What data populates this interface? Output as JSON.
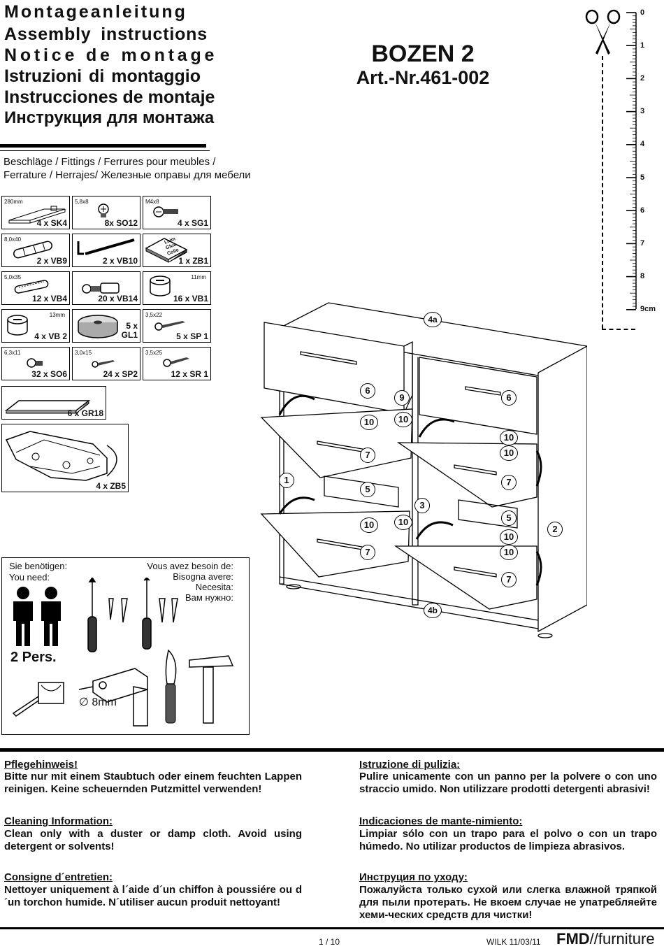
{
  "titles": [
    "Montageanleitung",
    "Assembly instructions",
    "Notice de montage",
    "Istruzioni di montaggio",
    "Instrucciones de montaje",
    "Инструкция для монтажа"
  ],
  "product": {
    "name": "BOZEN 2",
    "article": "Art.-Nr.461-002"
  },
  "fittings_heading": [
    "Beschläge / Fittings / Ferrures pour meubles /",
    "Ferrature / Herrajes/ Железные оправы для мебели"
  ],
  "parts": [
    {
      "size": "280mm",
      "qty": "4 x SK4",
      "icon": "rail-icon"
    },
    {
      "size": "5,8x8",
      "qty": "8x SO12",
      "icon": "screw-icon"
    },
    {
      "size": "M4x8",
      "qty": "4 x SG1",
      "icon": "screw-icon"
    },
    {
      "size": "8,0x40",
      "qty": "2 x VB9",
      "icon": "dowel-icon"
    },
    {
      "size": "",
      "qty": "2 x VB10",
      "icon": "hook-screw-icon"
    },
    {
      "size": "",
      "qty": "1 x ZB1",
      "icon": "glue-icon"
    },
    {
      "size": "5,0x35",
      "qty": "12 x VB4",
      "icon": "wood-dowel-icon"
    },
    {
      "size": "",
      "qty": "20 x VB14",
      "icon": "connector-bolt-icon"
    },
    {
      "size": "11mm",
      "qty": "16 x VB1",
      "icon": "cam-lock-icon"
    },
    {
      "size": "13mm",
      "qty": "4 x VB 2",
      "icon": "cam-lock-icon"
    },
    {
      "size": "",
      "qty": "5 x GL1",
      "icon": "glide-icon"
    },
    {
      "size": "3,5x22",
      "qty": "5 x SP 1",
      "icon": "screw-icon"
    },
    {
      "size": "6,3x11",
      "qty": "32 x SO6",
      "icon": "screw-icon"
    },
    {
      "size": "3,0x15",
      "qty": "24 x SP2",
      "icon": "screw-icon"
    },
    {
      "size": "3,5x25",
      "qty": "12 x SR 1",
      "icon": "screw-icon"
    }
  ],
  "handle_part": {
    "qty": "6 x GR18"
  },
  "hinge_part": {
    "qty": "4 x ZB5"
  },
  "ruler": {
    "labels": [
      "0",
      "1",
      "2",
      "3",
      "4",
      "5",
      "6",
      "7",
      "8",
      "9cm"
    ]
  },
  "glue_text": [
    "Leim",
    "Glue",
    "Colle"
  ],
  "diagram_labels": [
    "4a",
    "6",
    "9",
    "6",
    "10",
    "10",
    "10",
    "10",
    "7",
    "7",
    "1",
    "5",
    "3",
    "5",
    "2",
    "10",
    "10",
    "10",
    "10",
    "7",
    "7",
    "4b"
  ],
  "needs": {
    "left": [
      "Sie benötigen:",
      "You need:"
    ],
    "right": [
      "Vous avez besoin de:",
      "Bisogna avere:",
      "Necesita:",
      "Вам нужно:"
    ],
    "persons": "2 Pers.",
    "drill": "8mm"
  },
  "care": [
    {
      "heading": "Pflegehinweis!",
      "text": "Bitte nur mit einem Staubtuch oder einem feuchten Lappen reinigen. Keine scheuernden Putzmittel verwenden!"
    },
    {
      "heading": "Cleaning Information:",
      "text": "Clean only with a duster or damp cloth. Avoid using detergent or solvents!"
    },
    {
      "heading": "Consigne d´entretien:",
      "text": "Nettoyer uniquement à l´aide d´un chiffon à poussiére ou d´un torchon humide. N´utiliser aucun produit nettoyant!"
    },
    {
      "heading": "Istruzione di pulizia:",
      "text": "Pulire unicamente con un panno per la polvere o con uno straccio umido. Non utilizzare prodotti detergenti abrasivi!"
    },
    {
      "heading": "Indicaciones de mante-nimiento:",
      "text": "Limpiar sólo con un trapo para el polvo o con un trapo húmedo. No utilizar productos de limpieza abrasivos."
    },
    {
      "heading": "Инструция по уходу:",
      "text": "Пожалуйста только сухой или слегка влажной тряпкой для пыли протерать. Не вкоем случае не упатребляейте хеми-ческих средств для чистки!"
    }
  ],
  "footer": {
    "page": "1 / 10",
    "code": "WILK 11/03/11",
    "brand_bold": "FMD",
    "brand_rest": "//furniture"
  }
}
